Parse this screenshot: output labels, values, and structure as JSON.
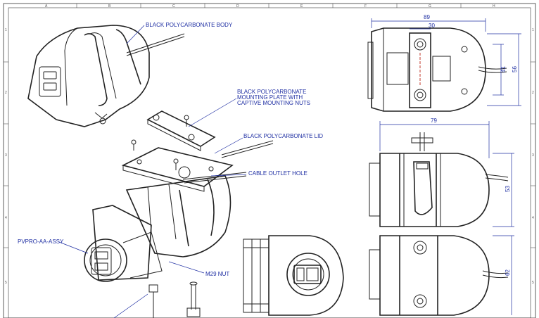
{
  "drawing": {
    "labels": {
      "body": "BLACK POLYCARBONATE BODY",
      "plate_line1": "BLACK POLYCARBONATE",
      "plate_line2": "MOUNTING PLATE WITH",
      "plate_line3": "CAPTIVE MOUNTING NUTS",
      "lid": "BLACK POLYCARBONATE LID",
      "cable_outlet": "CABLE OUTLET HOLE",
      "assy": "PVPRO-AA-ASSY",
      "nut": "M29 NUT"
    },
    "dimensions": {
      "width_top": "89",
      "hole_spacing": "30",
      "height_41": "41",
      "height_56": "56",
      "width_side": "79",
      "height_side": "53",
      "height_bottom": "62"
    },
    "grid": {
      "columns": [
        "A",
        "B",
        "C",
        "D",
        "E",
        "F",
        "G",
        "H"
      ],
      "rows": [
        "1",
        "2",
        "3",
        "4",
        "5"
      ]
    },
    "colors": {
      "annotation": "#1f2fa3",
      "line": "#222222"
    }
  }
}
